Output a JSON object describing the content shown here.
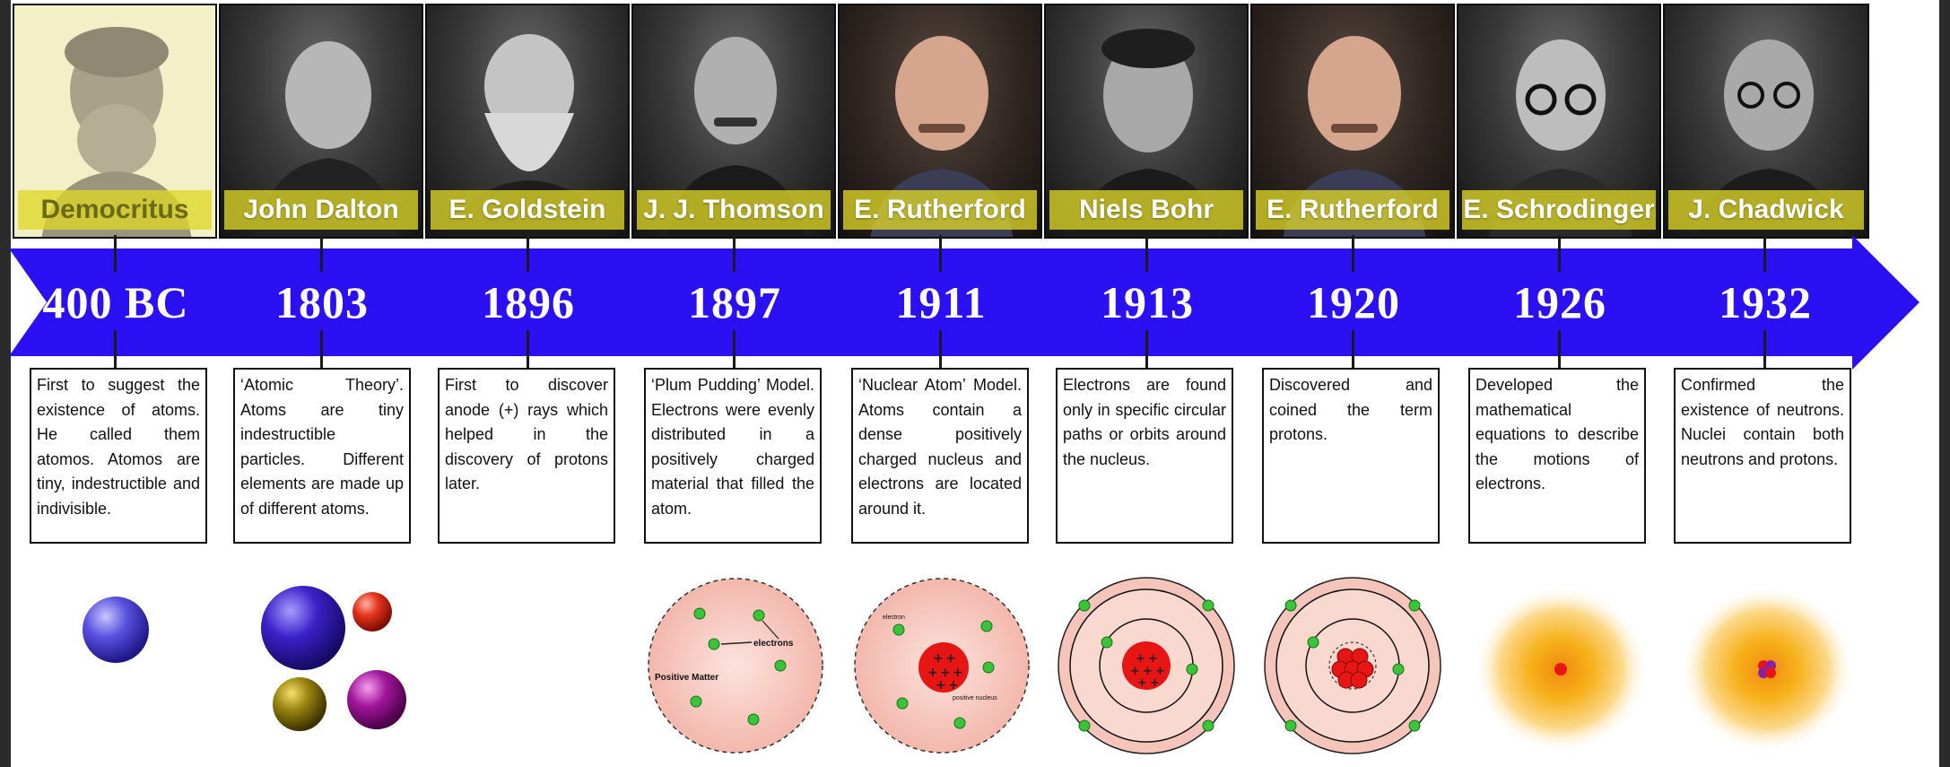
{
  "timeline": [
    {
      "name": "Democritus",
      "year": "400 BC",
      "description": "First to suggest the existence of atoms. He called them atomos. Atomos are tiny, indestructible and indivisible.",
      "model": "solid-sphere"
    },
    {
      "name": "John Dalton",
      "year": "1803",
      "description": "‘Atomic Theory’. Atoms are tiny indestructible particles. Different elements are made up of different atoms.",
      "model": "colored-spheres"
    },
    {
      "name": "E. Goldstein",
      "year": "1896",
      "description": "First to discover anode (+) rays which helped in the discovery of protons later.",
      "model": "none"
    },
    {
      "name": "J. J. Thomson",
      "year": "1897",
      "description": "‘Plum Pudding’ Model. Electrons were evenly distributed in a positively charged material that filled the atom.",
      "model": "plum-pudding"
    },
    {
      "name": "E. Rutherford",
      "year": "1911",
      "description": "‘Nuclear Atom’ Model. Atoms contain a dense positively charged nucleus and electrons are located around it.",
      "model": "nuclear-atom"
    },
    {
      "name": "Niels Bohr",
      "year": "1913",
      "description": "Electrons are found only in specific circular paths or orbits around the nucleus.",
      "model": "bohr-orbits"
    },
    {
      "name": "E. Rutherford",
      "year": "1920",
      "description": "Discovered and coined the term protons.",
      "model": "proton-nucleus"
    },
    {
      "name": "E. Schrodinger",
      "year": "1926",
      "description": "Developed the mathematical equations to describe the motions of electrons.",
      "model": "electron-cloud"
    },
    {
      "name": "J. Chadwick",
      "year": "1932",
      "description": "Confirmed the existence of neutrons. Nuclei contain both neutrons and protons.",
      "model": "neutron-cloud"
    }
  ],
  "model_labels": {
    "electrons": "electrons",
    "positive_matter": "Positive Matter",
    "electron": "electron",
    "positive_nucleus": "positive nucleus"
  },
  "colors": {
    "arrow": "#2a10f2",
    "name_highlight": "#ded628",
    "year_text": "#ffffff"
  }
}
